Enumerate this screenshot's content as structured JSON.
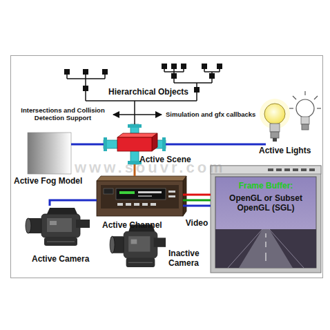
{
  "diagram": {
    "nodes": [
      {
        "text": [
          "Hierarchical Objects"
        ]
      },
      {
        "text": [
          "Active Scene"
        ]
      },
      {
        "text": [
          "Active Lights"
        ]
      },
      {
        "text": [
          "Active Fog Model"
        ]
      },
      {
        "text": [
          "Active Channel"
        ]
      },
      {
        "text": [
          "Frame Buffer:",
          "OpenGL or Subset OpenGL (SGL)"
        ]
      },
      {
        "text": [
          "Active Camera"
        ]
      },
      {
        "text": [
          "Inactive Camera"
        ]
      }
    ],
    "edges": [
      {
        "from": 0,
        "to": 1,
        "arrow": "none"
      },
      {
        "from": 1,
        "to": 2,
        "arrow": "none"
      },
      {
        "from": 1,
        "to": 3,
        "arrow": "none"
      },
      {
        "from": 1,
        "to": 4,
        "arrow": "none"
      },
      {
        "from": 4,
        "to": 5,
        "arrow": "none"
      },
      {
        "from": 4,
        "to": 5,
        "arrow": "none"
      },
      {
        "from": 4,
        "to": 5,
        "arrow": "none",
        "label": "Video"
      },
      {
        "from": 6,
        "to": 4,
        "arrow": "none"
      }
    ],
    "labels": [
      "Intersections and Collision Detection Support",
      "Simulation and gfx callbacks",
      "www.souvr.com"
    ]
  }
}
